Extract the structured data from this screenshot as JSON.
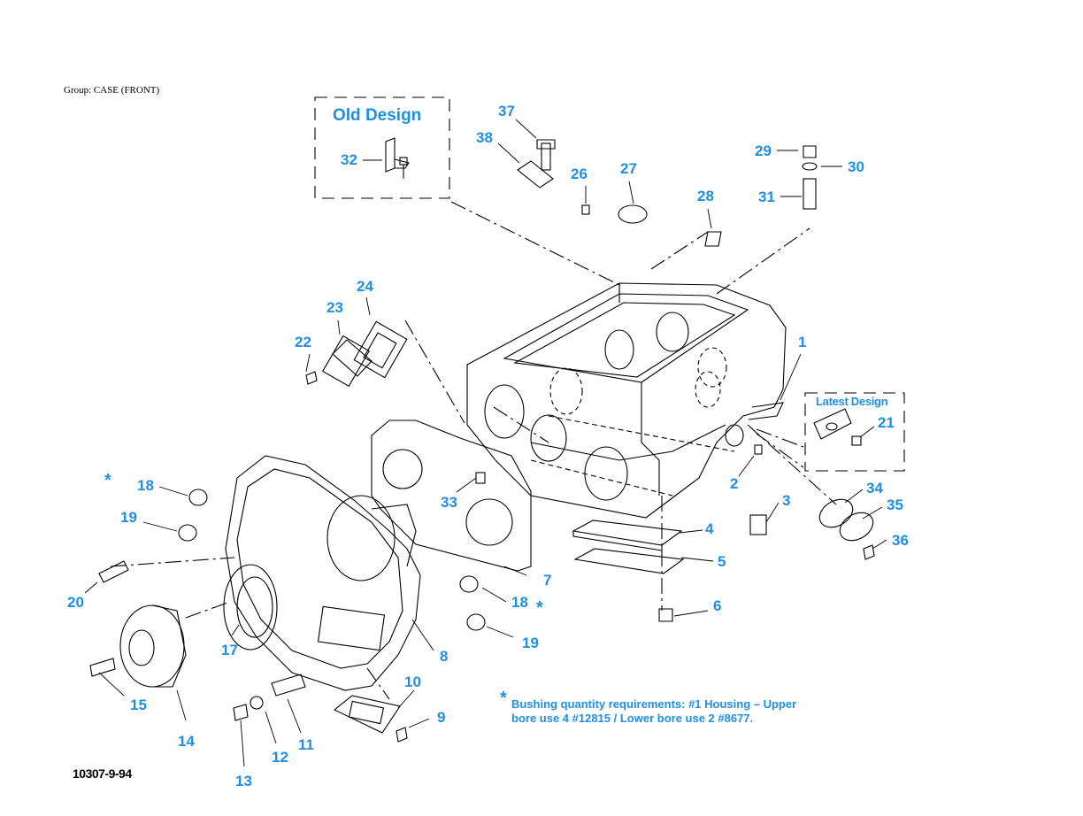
{
  "group_label": "Group: CASE (FRONT)",
  "figure_number": "10307-9-94",
  "old_design": {
    "title": "Old Design",
    "callout": "32"
  },
  "latest_design": {
    "title": "Latest Design",
    "callout": "21"
  },
  "footnote": {
    "marker": "*",
    "line1": "Bushing quantity requirements: #1 Housing – Upper",
    "line2": "bore use 4 #12815  /  Lower bore use 2 #8677."
  },
  "colors": {
    "callout": "#1f8fe6",
    "line": "#000000"
  },
  "callouts": [
    "1",
    "2",
    "3",
    "4",
    "5",
    "6",
    "7",
    "8",
    "9",
    "10",
    "11",
    "12",
    "13",
    "14",
    "15",
    "17",
    "18",
    "18",
    "19",
    "19",
    "20",
    "22",
    "23",
    "24",
    "26",
    "27",
    "28",
    "29",
    "30",
    "31",
    "33",
    "34",
    "35",
    "36",
    "37",
    "38"
  ]
}
